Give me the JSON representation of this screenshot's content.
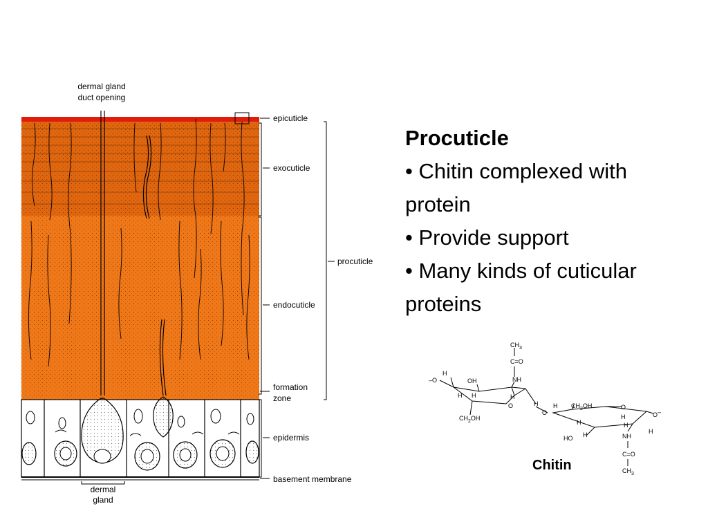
{
  "diagram": {
    "labels": {
      "duct_opening_line1": "dermal gland",
      "duct_opening_line2": "duct opening",
      "epicuticle": "epicuticle",
      "exocuticle": "exocuticle",
      "procuticle": "procuticle",
      "endocuticle": "endocuticle",
      "formation_zone_line1": "formation",
      "formation_zone_line2": "zone",
      "epidermis": "epidermis",
      "basement_membrane": "basement membrane",
      "dermal_gland_line1": "dermal",
      "dermal_gland_line2": "gland"
    },
    "colors": {
      "epicuticle": "#e21c0a",
      "exocuticle": "#e0660f",
      "endocuticle": "#f07818",
      "cell": "#ffffff",
      "ink": "#000000"
    }
  },
  "text": {
    "heading": "Procuticle",
    "bullets": [
      "• Chitin complexed with protein",
      "• Provide support",
      "• Many kinds of cuticular proteins"
    ]
  },
  "chitin": {
    "caption": "Chitin",
    "atoms": {
      "ch3_top": "CH",
      "ch3_top_sub": "3",
      "co_top": "C=O",
      "nh_top": "NH",
      "oh_left": "OH",
      "h": "H",
      "o_left": "–O",
      "o_ring": "O",
      "o_link": "O",
      "ch2oh_left": "CH",
      "ch2oh_right": "CH",
      "ch2oh_suffix": "OH",
      "ch2oh_sub": "2",
      "ho_right": "HO",
      "nh_bottom": "NH",
      "co_bottom": "C=O",
      "ch3_bottom": "CH",
      "ch3_bottom_sub": "3",
      "o_right": "O",
      "o_right_charge": "–"
    }
  }
}
